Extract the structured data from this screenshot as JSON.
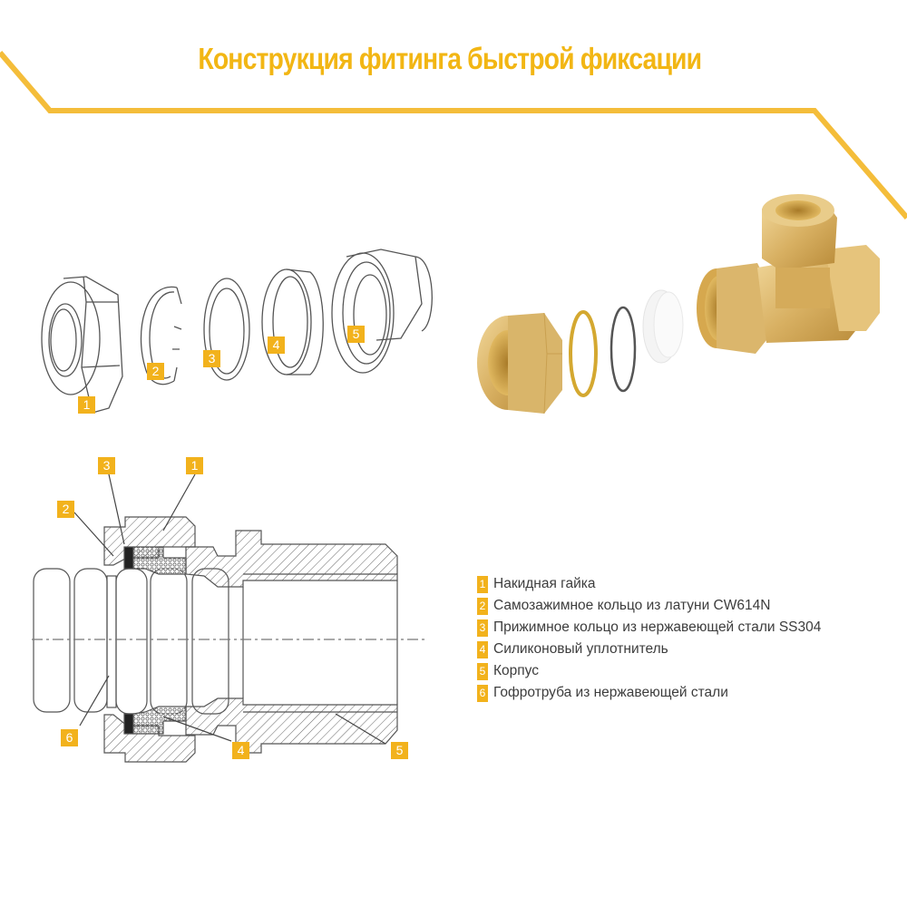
{
  "title": "Конструкция фитинга быстрой фиксации",
  "colors": {
    "accent": "#f2b21c",
    "title": "#f2b614",
    "line_art": "#555555",
    "text": "#3d3d3d",
    "brass": "#d9b060"
  },
  "exploded_view": {
    "parts": [
      {
        "num": "1",
        "name": "nut"
      },
      {
        "num": "2",
        "name": "split-ring"
      },
      {
        "num": "3",
        "name": "press-ring"
      },
      {
        "num": "4",
        "name": "seal"
      },
      {
        "num": "5",
        "name": "body"
      }
    ]
  },
  "section_view": {
    "callouts": [
      "3",
      "1",
      "2",
      "6",
      "4",
      "5"
    ]
  },
  "legend": [
    {
      "num": "1",
      "label": "Накидная гайка"
    },
    {
      "num": "2",
      "label": "Самозажимное кольцо из латуни CW614N"
    },
    {
      "num": "3",
      "label": "Прижимное кольцо из нержавеющей стали SS304"
    },
    {
      "num": "4",
      "label": "Силиконовый уплотнитель"
    },
    {
      "num": "5",
      "label": "Корпус"
    },
    {
      "num": "6",
      "label": "Гофротруба из нержавеющей стали"
    }
  ]
}
